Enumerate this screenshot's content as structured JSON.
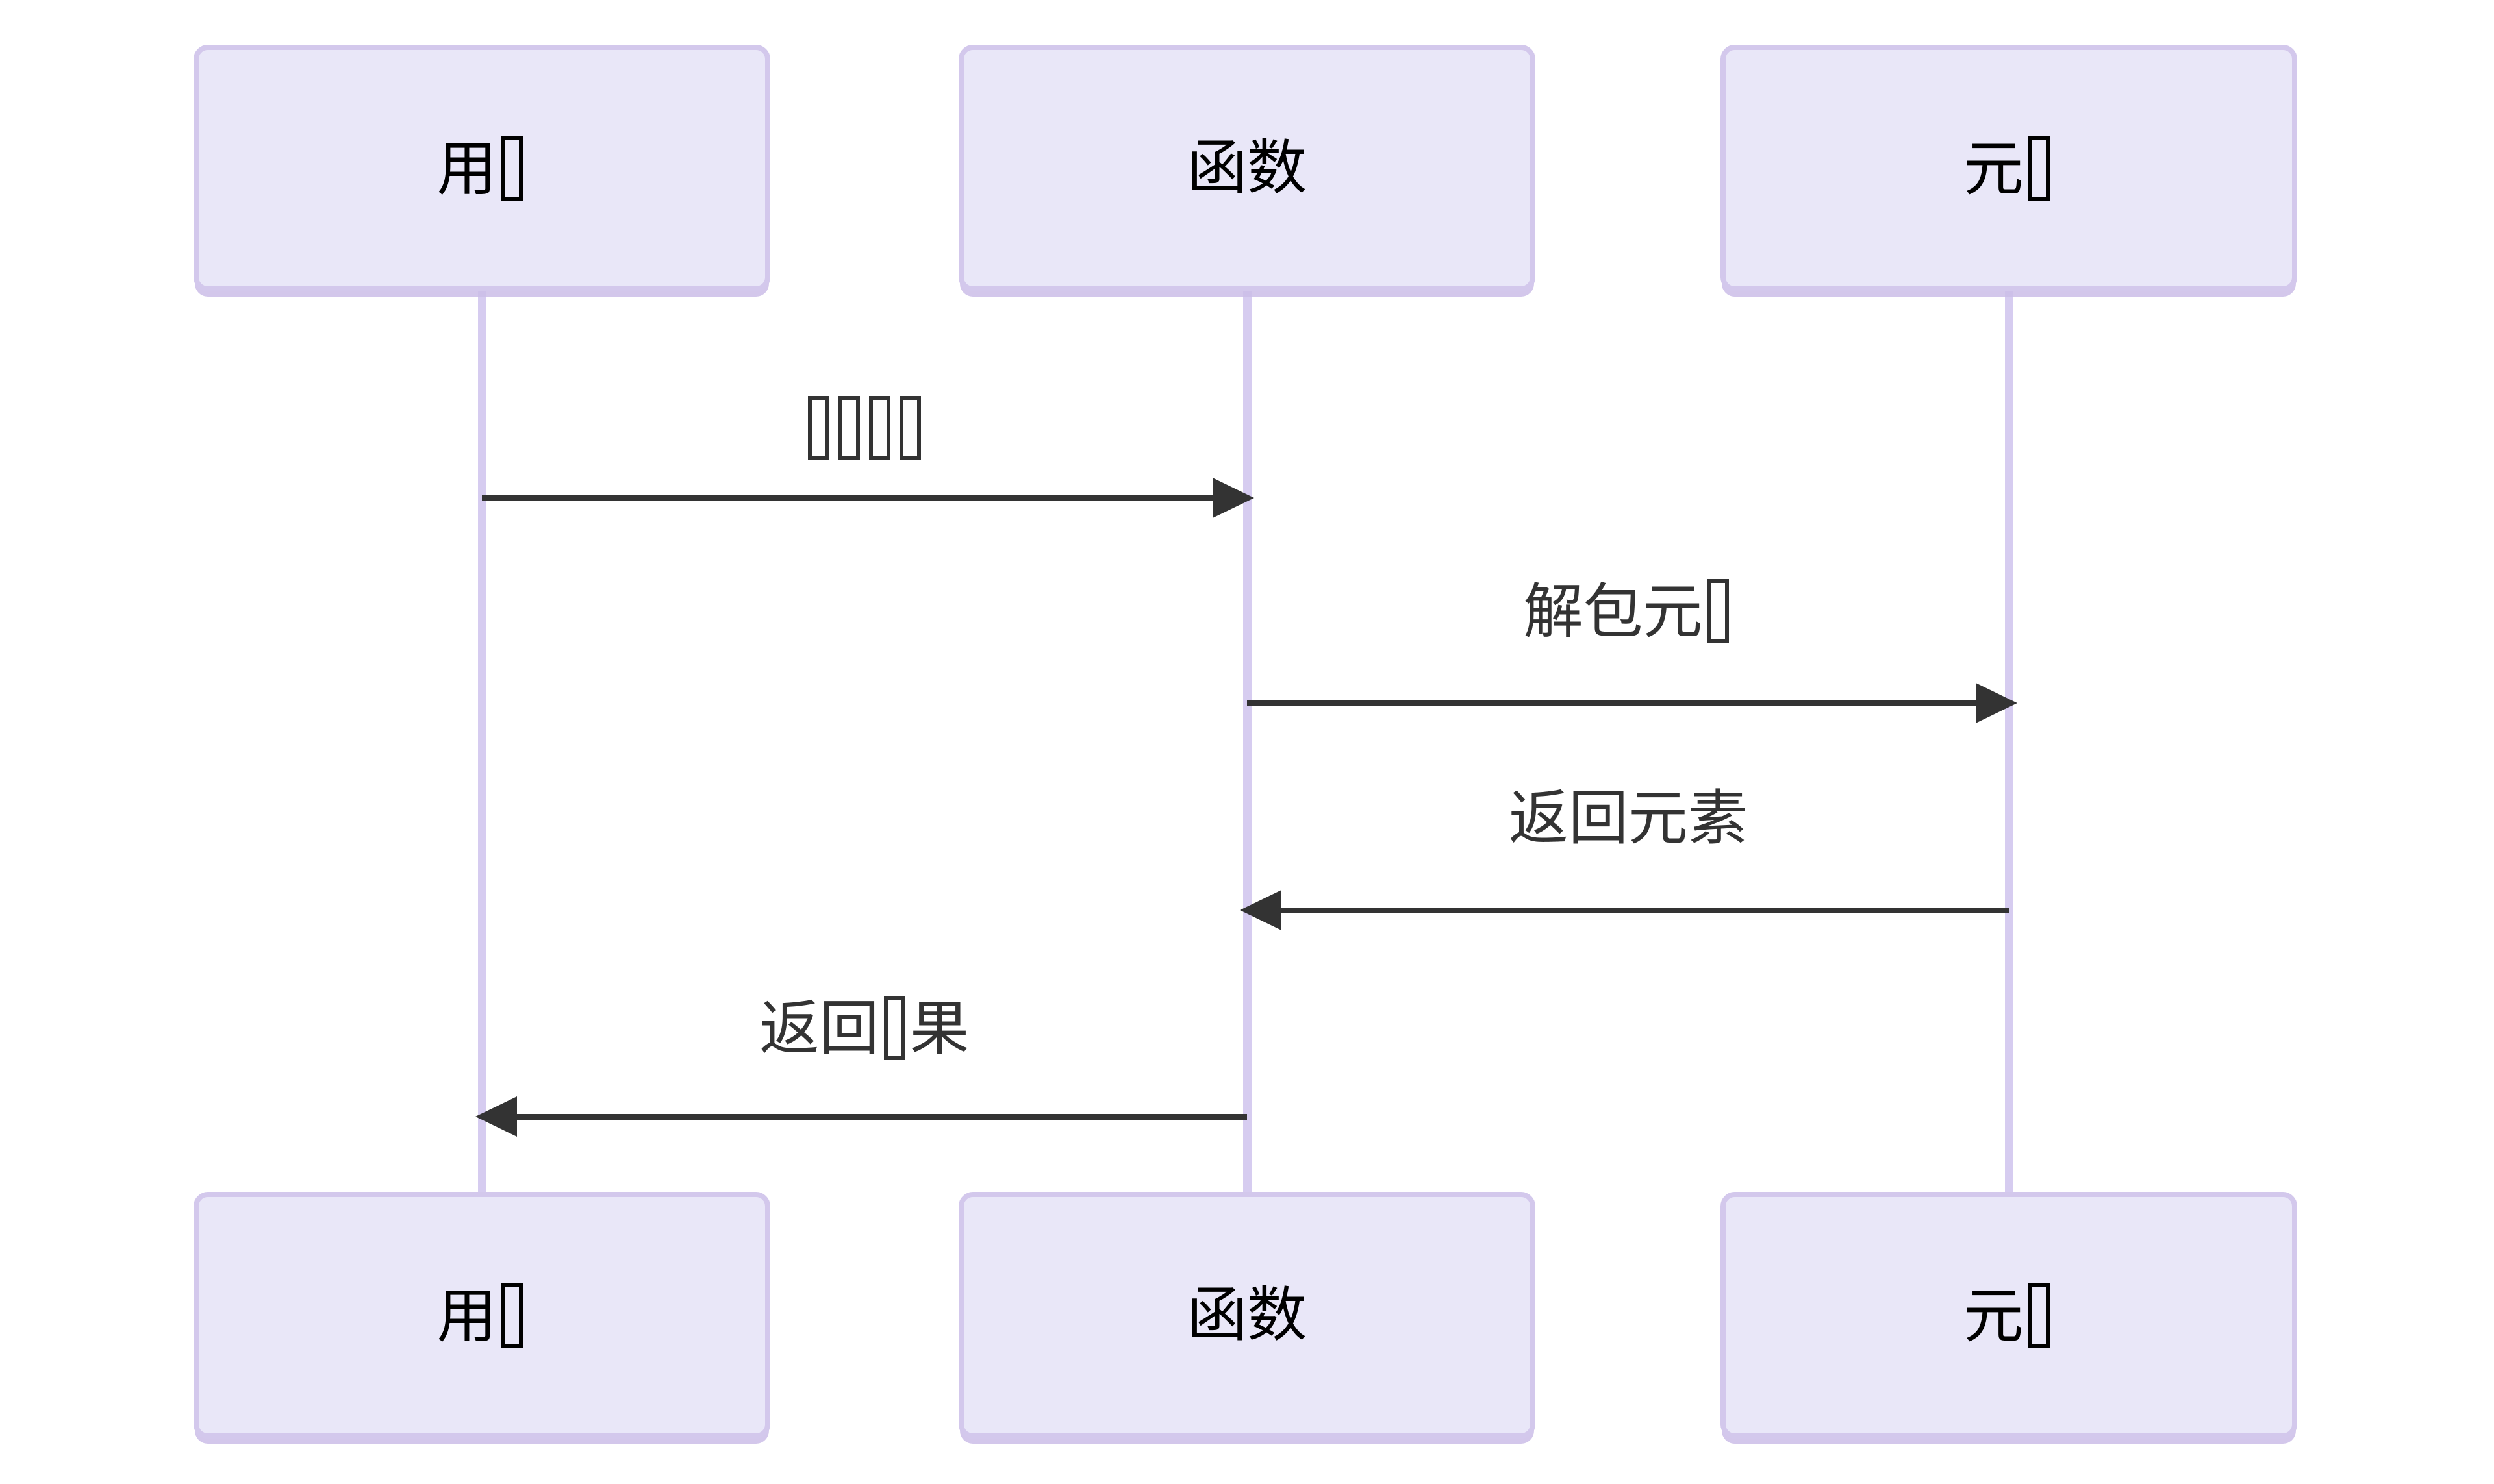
{
  "diagram": {
    "type": "sequence-diagram",
    "background": "#ffffff",
    "colors": {
      "actor_fill": "#E9E7F8",
      "actor_border": "#D3C8EC",
      "lifeline": "#D6CCF0",
      "message": "#333333",
      "actor_text": "#000000"
    },
    "actors": [
      {
        "id": "user",
        "label": "用□"
      },
      {
        "id": "function",
        "label": "函数"
      },
      {
        "id": "tuple",
        "label": "元□"
      }
    ],
    "messages": [
      {
        "from": "user",
        "to": "function",
        "label": "□□□□",
        "direction": "right",
        "arrow": "solid-filled-head"
      },
      {
        "from": "function",
        "to": "tuple",
        "label": "解包元□",
        "direction": "right",
        "arrow": "solid-filled-head"
      },
      {
        "from": "tuple",
        "to": "function",
        "label": "返回元素",
        "direction": "left",
        "arrow": "solid-filled-head"
      },
      {
        "from": "function",
        "to": "user",
        "label": "返回□果",
        "direction": "left",
        "arrow": "solid-filled-head"
      }
    ],
    "note": "□ = missing-glyph (tofu) box rendered in source image"
  }
}
